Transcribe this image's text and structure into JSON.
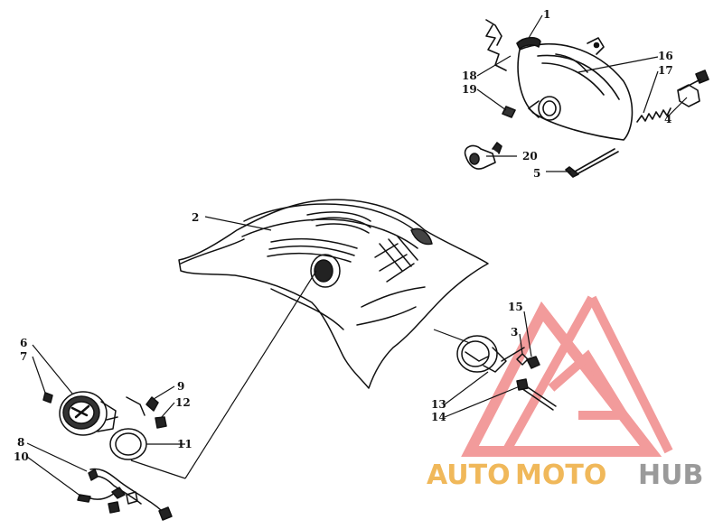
{
  "diagram": {
    "callouts": [
      {
        "id": "c1",
        "label": "1"
      },
      {
        "id": "c2",
        "label": "2"
      },
      {
        "id": "c3",
        "label": "3"
      },
      {
        "id": "c4",
        "label": "4"
      },
      {
        "id": "c5",
        "label": "5"
      },
      {
        "id": "c6",
        "label": "6"
      },
      {
        "id": "c7",
        "label": "7"
      },
      {
        "id": "c8",
        "label": "8"
      },
      {
        "id": "c9",
        "label": "9"
      },
      {
        "id": "c10",
        "label": "10"
      },
      {
        "id": "c11",
        "label": "11"
      },
      {
        "id": "c12",
        "label": "12"
      },
      {
        "id": "c13",
        "label": "13"
      },
      {
        "id": "c14",
        "label": "14"
      },
      {
        "id": "c15",
        "label": "15"
      },
      {
        "id": "c16",
        "label": "16"
      },
      {
        "id": "c17",
        "label": "17"
      },
      {
        "id": "c18",
        "label": "18"
      },
      {
        "id": "c19",
        "label": "19"
      },
      {
        "id": "c20",
        "label": "20"
      }
    ]
  },
  "watermark": {
    "auto": "AUTO",
    "moto": "MOTO",
    "hub": "HUB",
    "colors": {
      "auto": "#f0b85a",
      "moto": "#f0b85a",
      "hub": "#9a9a9a",
      "triangle": "#f08a8a"
    }
  }
}
